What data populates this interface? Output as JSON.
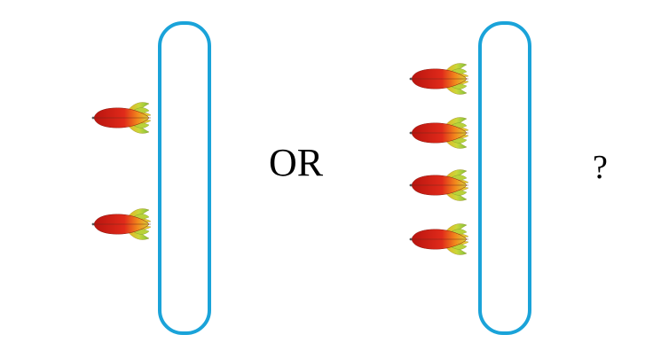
{
  "connector_text": "OR",
  "question_text": "?",
  "colors": {
    "background": "#ffffff",
    "lens_outline": "#1aa3d9",
    "lobe_core": "#d42a1e",
    "lobe_mid": "#f08a1c",
    "lobe_outer": "#c9d83a",
    "lobe_edge": "#7fbf3f"
  },
  "left_panel": {
    "beam_count": 2
  },
  "right_panel": {
    "beam_count": 4
  }
}
